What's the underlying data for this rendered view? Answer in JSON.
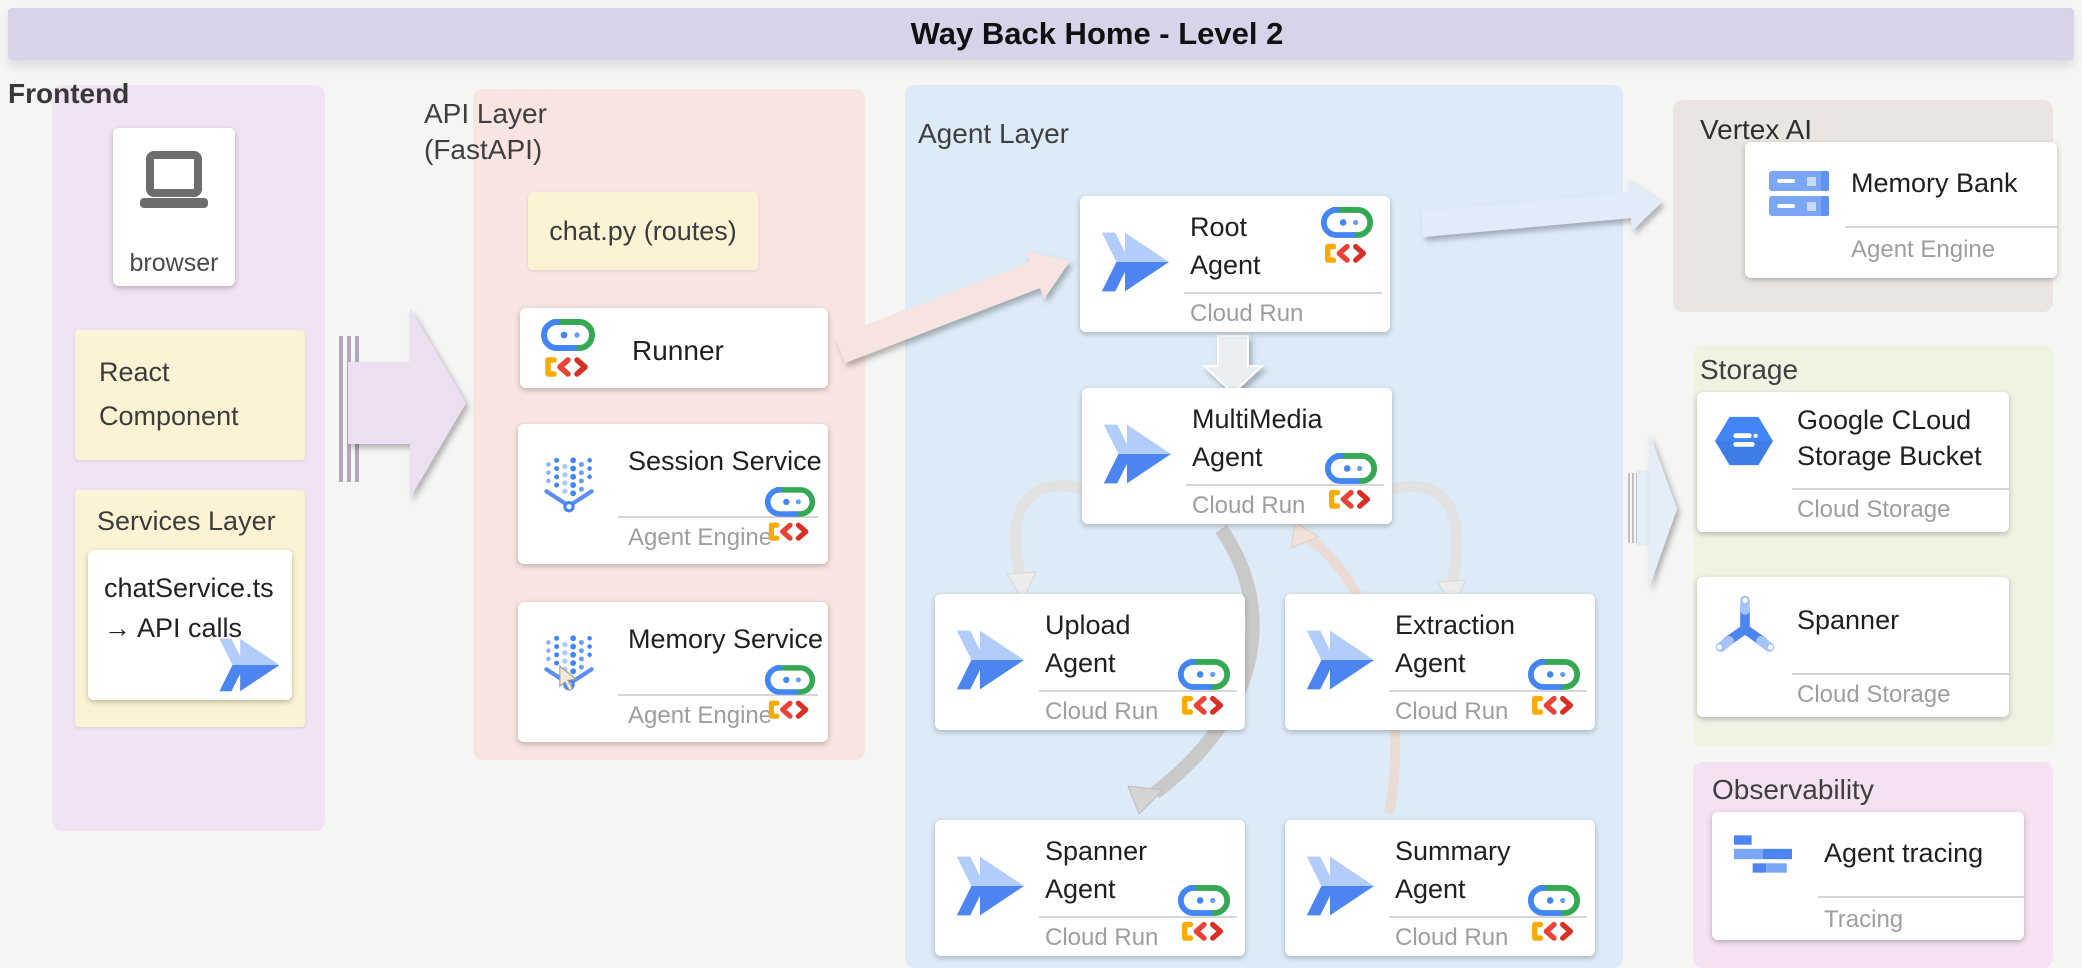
{
  "banner": {
    "title": "Way Back Home - Level 2"
  },
  "frontend": {
    "label": "Frontend",
    "browser_card": {
      "label": "browser"
    },
    "react_card": {
      "label": "React Component"
    },
    "services_card": {
      "title": "Services Layer",
      "line1": "chatService.ts",
      "line2": "→ API calls"
    }
  },
  "api_layer": {
    "label_line1": "API Layer",
    "label_line2": "(FastAPI)",
    "chat_card": {
      "label": "chat.py (routes)"
    },
    "runner_card": {
      "title": "Runner"
    },
    "session_card": {
      "title": "Session Service",
      "platform": "Agent Engine"
    },
    "memory_card": {
      "title": "Memory Service",
      "platform": "Agent Engine"
    }
  },
  "agent_layer": {
    "label": "Agent Layer",
    "agents": [
      {
        "line1": "Root",
        "line2": "Agent",
        "platform": "Cloud Run"
      },
      {
        "line1": "MultiMedia",
        "line2": "Agent",
        "platform": "Cloud Run"
      },
      {
        "line1": "Upload",
        "line2": "Agent",
        "platform": "Cloud Run"
      },
      {
        "line1": "Extraction",
        "line2": "Agent",
        "platform": "Cloud Run"
      },
      {
        "line1": "Spanner",
        "line2": "Agent",
        "platform": "Cloud Run"
      },
      {
        "line1": "Summary",
        "line2": "Agent",
        "platform": "Cloud Run"
      }
    ]
  },
  "vertex_ai": {
    "label": "Vertex AI",
    "memory_bank_card": {
      "title": "Memory Bank",
      "platform": "Agent Engine"
    }
  },
  "storage": {
    "label": "Storage",
    "gcs_card": {
      "line1": "Google CLoud",
      "line2": "Storage Bucket",
      "platform": "Cloud Storage"
    },
    "spanner_card": {
      "title": "Spanner",
      "platform": "Cloud Storage"
    }
  },
  "observability": {
    "label": "Observability",
    "tracing_card": {
      "title": "Agent tracing",
      "platform": "Tracing"
    }
  },
  "colors": {
    "google_blue": "#4285f4",
    "google_green": "#34a853",
    "google_yellow": "#f9ab00",
    "google_red": "#ea4335",
    "banner_bg": "#d9d3e9",
    "frontend_panel": "#f0e3f4",
    "api_panel": "#f8e4e0",
    "agent_panel": "#dcebf7",
    "vertex_panel": "#eae5e1",
    "storage_panel": "#eff3e2",
    "observability_panel": "#f4e2f2"
  }
}
